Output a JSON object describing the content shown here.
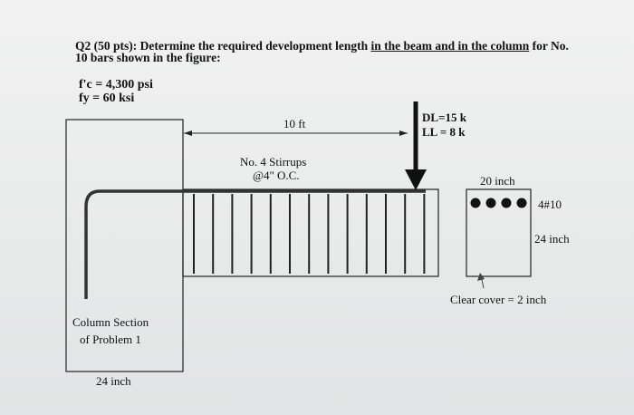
{
  "question": {
    "prefix": "Q2 (50 pts): Determine the required development length ",
    "underlined": "in the beam and in the column",
    "suffix": " for No.",
    "line2": "10 bars shown in the figure:"
  },
  "materials": {
    "fc": "f'c = 4,300 psi",
    "fy": "fy = 60 ksi"
  },
  "beam": {
    "span_label": "10 ft",
    "stirrups_line1": "No. 4 Stirrups",
    "stirrups_line2": "@4\" O.C.",
    "dead_load": "DL=15 k",
    "live_load": "LL = 8 k"
  },
  "column": {
    "section_line1": "Column Section",
    "section_line2": "of Problem 1",
    "width_label": "24 inch"
  },
  "section": {
    "width_label": "20 inch",
    "bars_label": "4#10",
    "depth_label": "24 inch",
    "cover_label": "Clear cover = 2 inch"
  }
}
